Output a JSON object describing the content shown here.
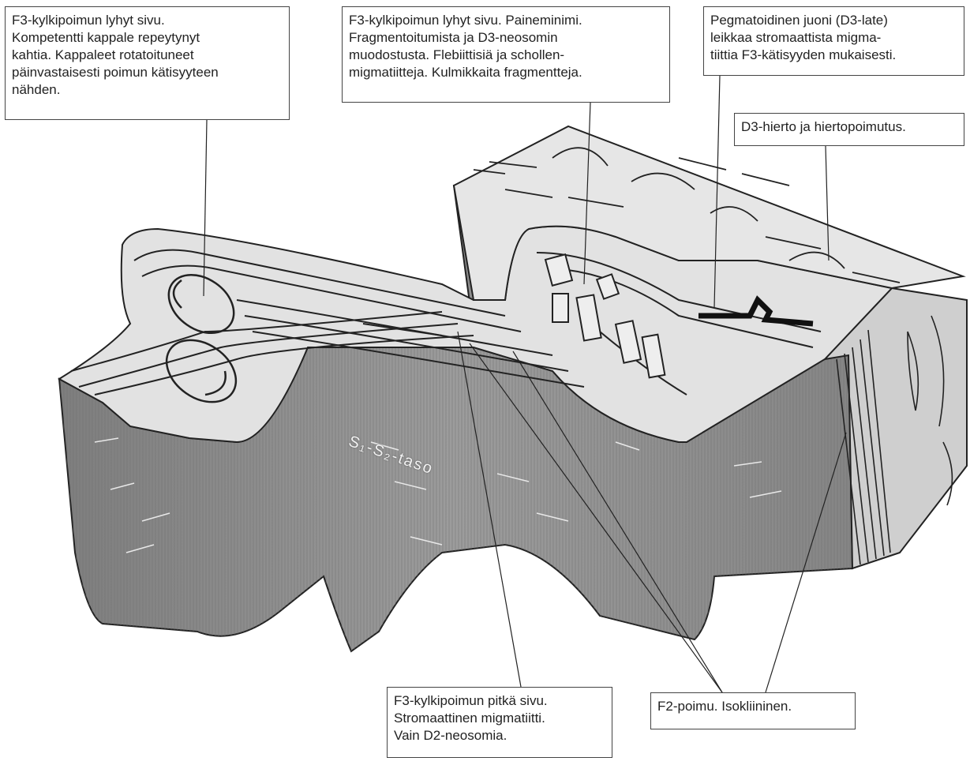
{
  "callouts": {
    "f3_short_limb_left": [
      "F3-kylkipoimun lyhyt sivu.",
      "Kompetentti kappale repeytynyt",
      "kahtia. Kappaleet rotatoituneet",
      "päinvastaisesti poimun kätisyyteen",
      "nähden."
    ],
    "f3_short_limb_right": [
      "F3-kylkipoimun lyhyt sivu. Paineminimi.",
      "Fragmentoitumista ja D3-neosomin",
      "muodostusta. Flebiittisiä ja schollen-",
      "migmatiitteja. Kulmikkaita fragmentteja."
    ],
    "pegmatite_vein": [
      "Pegmatoidinen juoni (D3-late)",
      "leikkaa stromaattista migma-",
      "tiittia F3-kätisyyden mukaisesti."
    ],
    "d3_shear": [
      "D3-hierto ja hiertopoimutus."
    ],
    "f3_long_limb": [
      "F3-kylkipoimun pitkä sivu.",
      "Stromaattinen migmatiitti.",
      "Vain D2-neosomia."
    ],
    "f2_fold": [
      "F2-poimu. Isokliininen."
    ]
  },
  "plane_label": "S₁-S₂-taso",
  "colors": {
    "block_side": "#8c8c8c",
    "block_top": "#dedede",
    "lines": "#222222"
  }
}
